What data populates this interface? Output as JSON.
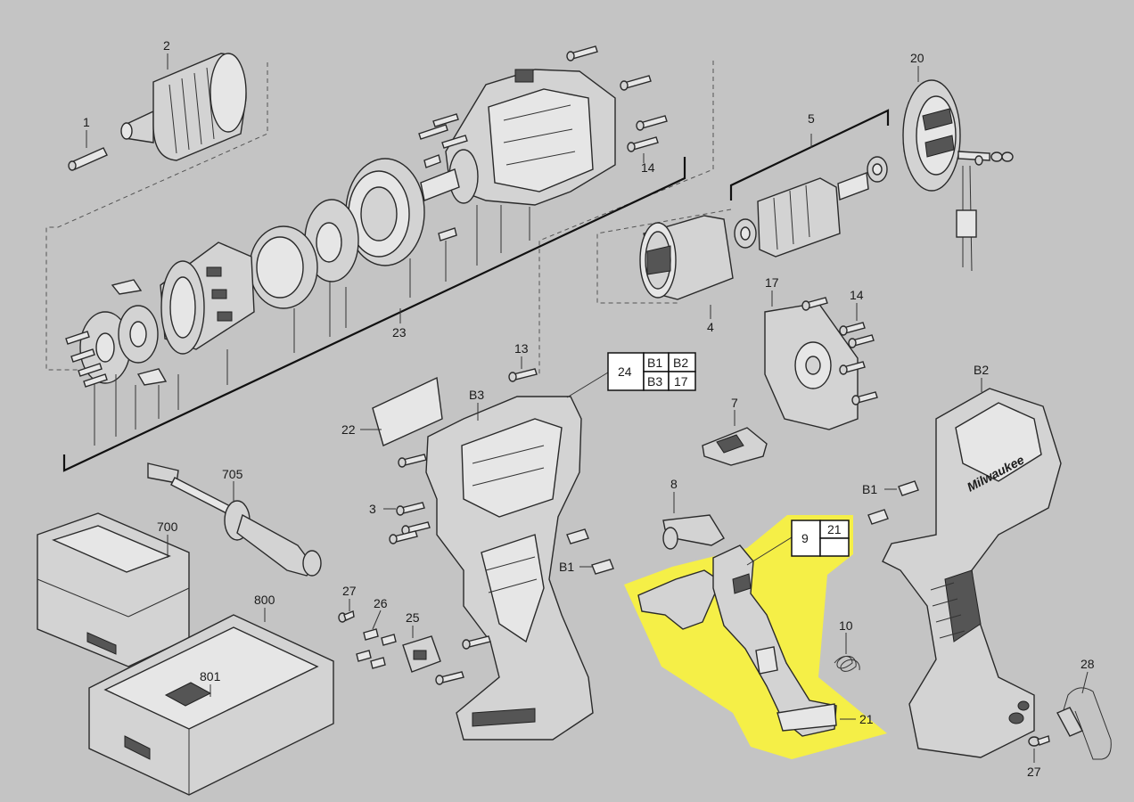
{
  "highlight_color": "#f5ef47",
  "background_color": "#c4c4c4",
  "labels": {
    "p1": "1",
    "p2": "2",
    "p3": "3",
    "p4": "4",
    "p5": "5",
    "p7": "7",
    "p8": "8",
    "p10": "10",
    "p13": "13",
    "p14a": "14",
    "p14b": "14",
    "p17": "17",
    "p20": "20",
    "p21": "21",
    "p22": "22",
    "p23": "23",
    "p25": "25",
    "p26": "26",
    "p27a": "27",
    "p27b": "27",
    "p28": "28",
    "p700": "700",
    "p705": "705",
    "p800": "800",
    "p801": "801",
    "b1a": "B1",
    "b1b": "B1",
    "b2": "B2",
    "b3": "B3"
  },
  "kits": {
    "kit24": {
      "main": "24",
      "cells": [
        "B1",
        "B2",
        "B3",
        "17"
      ]
    },
    "kit9": {
      "main": "9",
      "cells": [
        "21"
      ]
    }
  },
  "housing_logo": "Milwaukee"
}
